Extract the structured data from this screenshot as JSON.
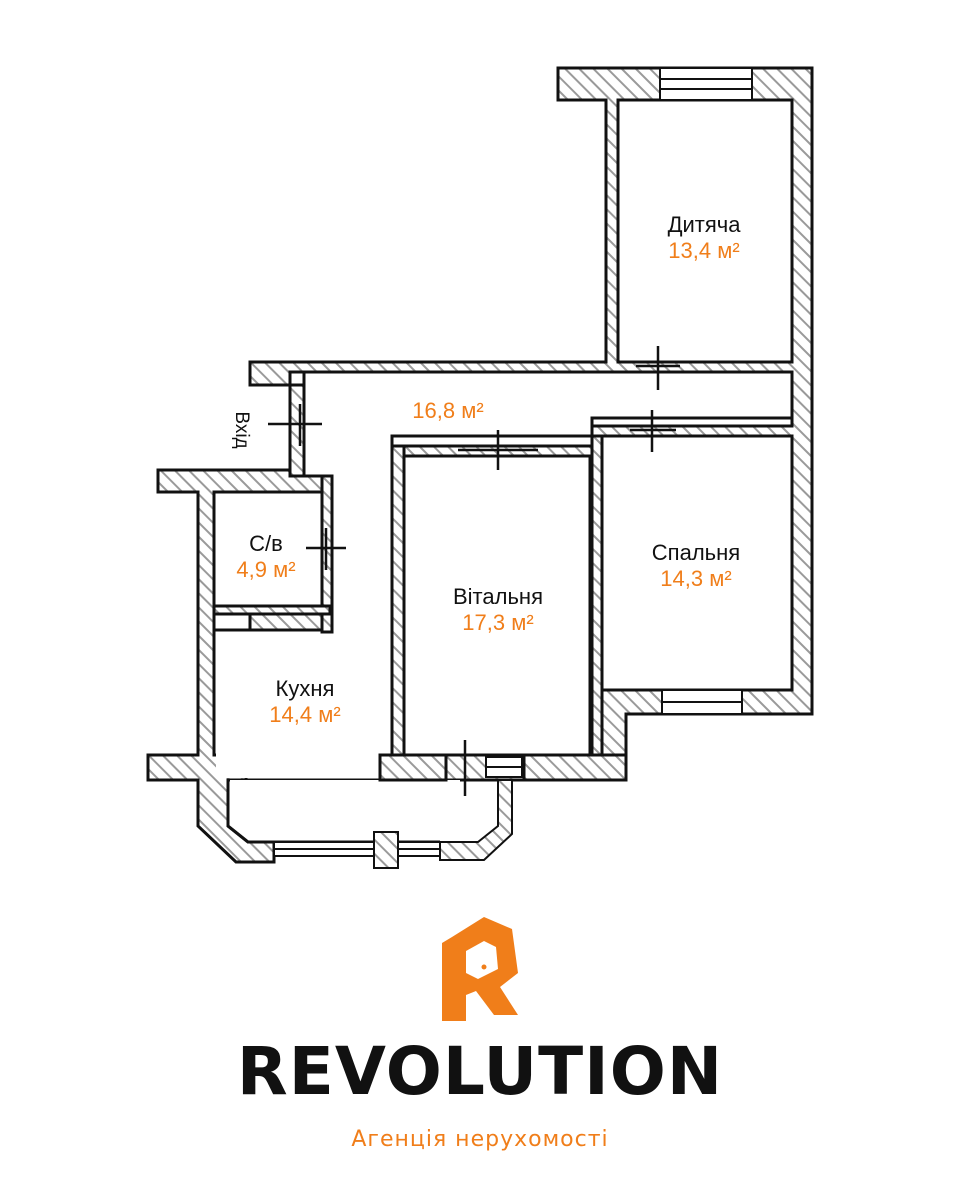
{
  "colors": {
    "accent": "#f07e1a",
    "wall": "#111111",
    "hatch": "#9a9a9a"
  },
  "rooms": [
    {
      "id": "kids-room",
      "name": "Дитяча",
      "area": "13,4 м²"
    },
    {
      "id": "hallway",
      "name": "",
      "area": "16,8 м²"
    },
    {
      "id": "bathroom",
      "name": "С/в",
      "area": "4,9 м²"
    },
    {
      "id": "living-room",
      "name": "Вітальня",
      "area": "17,3 м²"
    },
    {
      "id": "bedroom",
      "name": "Спальня",
      "area": "14,3 м²"
    },
    {
      "id": "kitchen",
      "name": "Кухня",
      "area": "14,4 м²"
    }
  ],
  "entrance_label": "Вхід",
  "brand": {
    "name": "REVOLUTION",
    "tagline": "Агенція нерухомості"
  }
}
